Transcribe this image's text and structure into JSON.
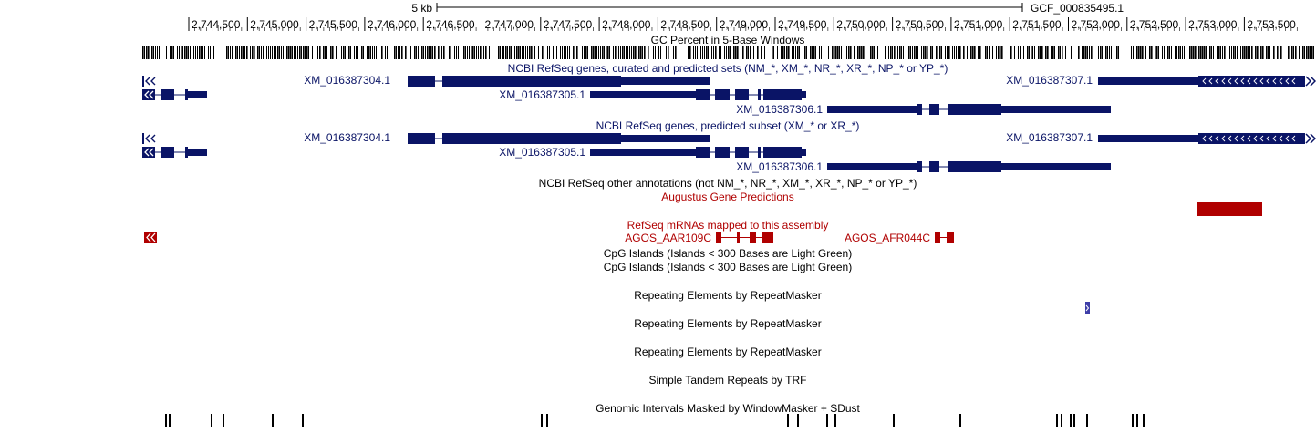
{
  "scale": {
    "label": "5 kb",
    "assembly": "GCF_000835495.1"
  },
  "ruler": {
    "ticks": [
      "2,744,500",
      "2,745,000",
      "2,745,500",
      "2,746,000",
      "2,746,500",
      "2,747,000",
      "2,747,500",
      "2,748,000",
      "2,748,500",
      "2,749,000",
      "2,749,500",
      "2,750,000",
      "2,750,500",
      "2,751,000",
      "2,751,500",
      "2,752,000",
      "2,752,500",
      "2,753,000",
      "2,753,500"
    ]
  },
  "tracks": {
    "gc_percent": {
      "title": "GC Percent in 5-Base Windows"
    },
    "refseq_curated": {
      "title": "NCBI RefSeq genes, curated and predicted sets (NM_*, XM_*, NR_*, XR_*, NP_* or YP_*)",
      "genes": {
        "g304": "XM_016387304.1",
        "g305": "XM_016387305.1",
        "g306": "XM_016387306.1",
        "g307": "XM_016387307.1"
      }
    },
    "refseq_predicted": {
      "title": "NCBI RefSeq genes, predicted subset (XM_* or XR_*)",
      "genes": {
        "g304": "XM_016387304.1",
        "g305": "XM_016387305.1",
        "g306": "XM_016387306.1",
        "g307": "XM_016387307.1"
      }
    },
    "refseq_other": {
      "title": "NCBI RefSeq other annotations (not NM_*, NR_*, XM_*, XR_*, NP_* or YP_*)"
    },
    "augustus": {
      "title": "Augustus Gene Predictions"
    },
    "refseq_mrna": {
      "title": "RefSeq mRNAs mapped to this assembly",
      "genes": {
        "aar109c": "AGOS_AAR109C",
        "afr044c": "AGOS_AFR044C"
      }
    },
    "cpg1": {
      "title": "CpG Islands (Islands < 300 Bases are Light Green)"
    },
    "cpg2": {
      "title": "CpG Islands (Islands < 300 Bases are Light Green)"
    },
    "rmsk1": {
      "title": "Repeating Elements by RepeatMasker"
    },
    "rmsk2": {
      "title": "Repeating Elements by RepeatMasker"
    },
    "rmsk3": {
      "title": "Repeating Elements by RepeatMasker"
    },
    "simple_repeats": {
      "title": "Simple Tandem Repeats by TRF"
    },
    "windowmasker": {
      "title": "Genomic Intervals Masked by WindowMasker + SDust"
    }
  },
  "colors": {
    "navy": "#0a1466",
    "darkred": "#b00000",
    "black": "#000000",
    "repeat_blue": "#3e3ea8"
  }
}
